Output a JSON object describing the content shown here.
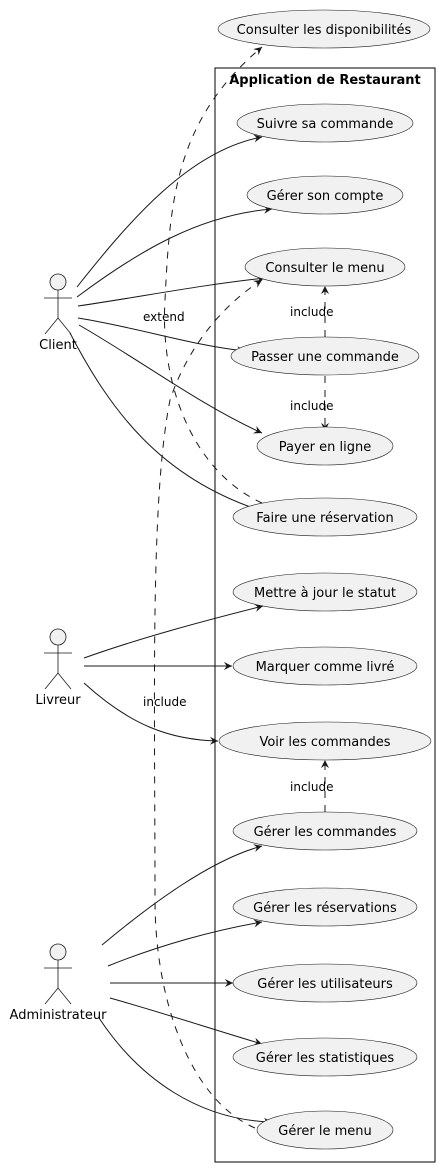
{
  "system": {
    "title": "Application de Restaurant"
  },
  "actors": {
    "client": "Client",
    "livreur": "Livreur",
    "admin": "Administrateur"
  },
  "use_cases": {
    "consulter_dispo": "Consulter les disponibilités",
    "suivre_commande": "Suivre sa commande",
    "gerer_compte": "Gérer son compte",
    "consulter_menu": "Consulter le menu",
    "passer_commande": "Passer une commande",
    "payer_ligne": "Payer en ligne",
    "faire_reservation": "Faire une réservation",
    "maj_statut": "Mettre à jour le statut",
    "marquer_livre": "Marquer comme livré",
    "voir_commandes": "Voir les commandes",
    "gerer_commandes": "Gérer les commandes",
    "gerer_reservations": "Gérer les réservations",
    "gerer_utilisateurs": "Gérer les utilisateurs",
    "gerer_statistiques": "Gérer les statistiques",
    "gerer_menu": "Gérer le menu"
  },
  "relations": {
    "extend_label": "extend",
    "include_menu": "include",
    "include_payer": "include",
    "include_admin_menu": "include",
    "include_voir_commandes": "include"
  }
}
